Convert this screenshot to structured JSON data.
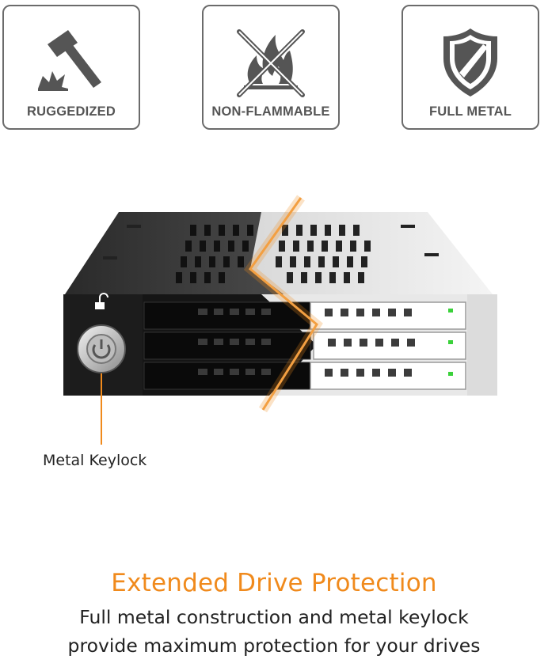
{
  "badges": [
    {
      "icon": "hammer-icon",
      "label": "RUGGEDIZED"
    },
    {
      "icon": "no-fire-icon",
      "label": "NON-FLAMMABLE"
    },
    {
      "icon": "shield-icon",
      "label": "FULL METAL"
    }
  ],
  "product": {
    "callout_label": "Metal Keylock"
  },
  "copy": {
    "headline": "Extended Drive Protection",
    "body_line_1": "Full metal construction and metal keylock",
    "body_line_2": "provide maximum protection for your drives"
  },
  "colors": {
    "accent": "#f08a1c",
    "badge_border": "#6b6b6b",
    "icon": "#555555",
    "text": "#222222"
  }
}
